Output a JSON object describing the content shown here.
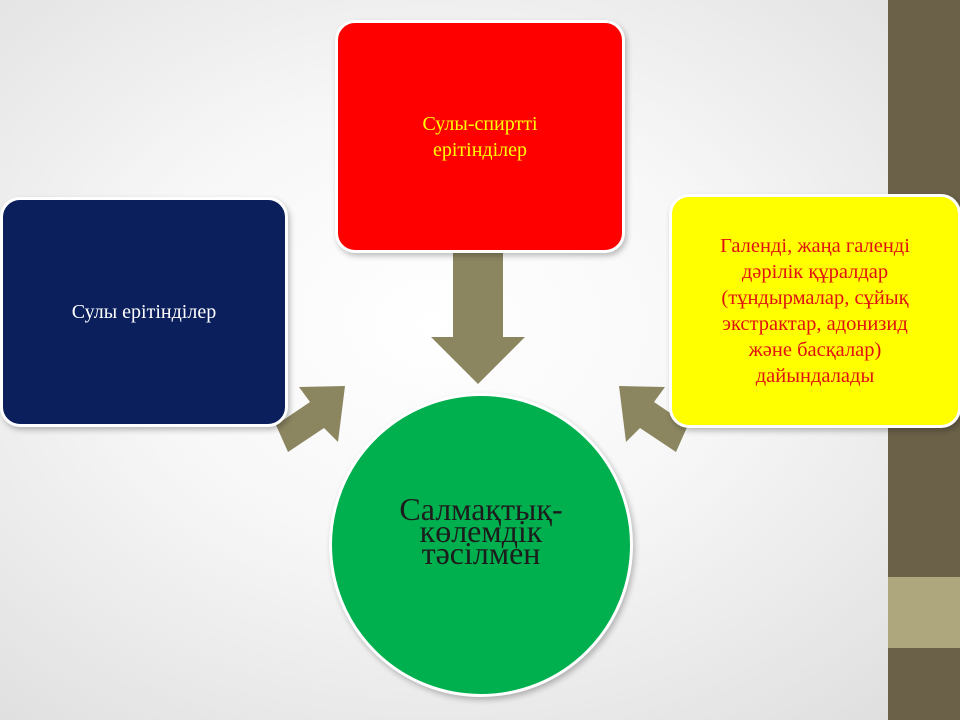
{
  "colors": {
    "background": "#f4f4f4",
    "side_bar": "#6b6149",
    "side_bar_accent": "#aea77d",
    "arrow": "#8b8560",
    "box_left": "#0b1f5c",
    "box_top": "#fe0000",
    "box_right": "#ffff00",
    "circle": "#00b04f"
  },
  "diagram": {
    "left_box": {
      "text": "Сулы ерітінділер"
    },
    "top_box": {
      "lines": [
        "Сулы-спиртті",
        "ерітінділер"
      ]
    },
    "right_box": {
      "lines": [
        "Галенді, жаңа галенді",
        "дәрілік құралдар",
        "(тұндырмалар, сұйық",
        "экстрактар, адонизид",
        "және басқалар)",
        "дайындалады"
      ]
    },
    "center_circle": {
      "lines": [
        "Салмақтық-",
        "көлемдік",
        "тәсілмен"
      ]
    }
  }
}
